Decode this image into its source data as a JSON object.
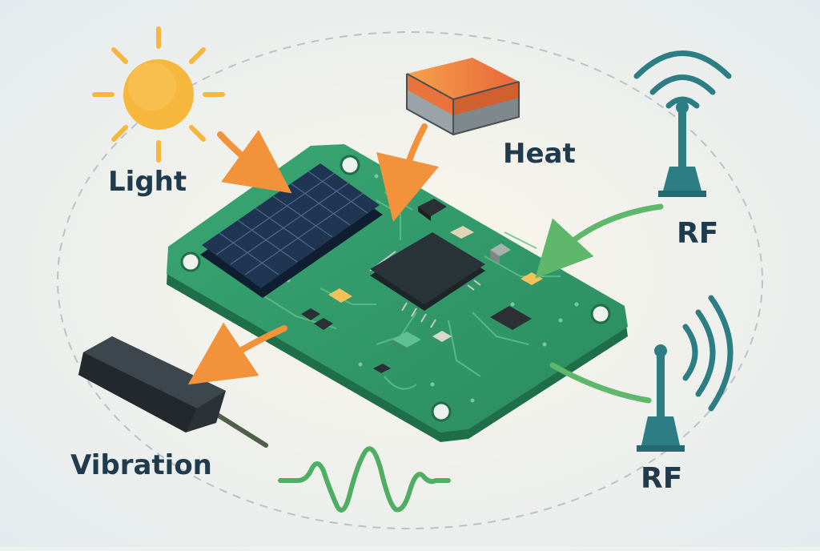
{
  "labels": {
    "light": "Light",
    "heat": "Heat",
    "rf_top": "RF",
    "rf_bottom": "RF",
    "vibration": "Vibration"
  },
  "colors": {
    "background": "#eef2ef",
    "pcb": "#2f9a6a",
    "pcb_edge": "#1f6e4a",
    "solar_panel": "#1f3552",
    "sun": "#f6b73c",
    "heat_block": "#ef7a3a",
    "antenna": "#2c7d84",
    "arrow_orange": "#f2933b",
    "arrow_green": "#5fb76c",
    "wave_green": "#4fae64",
    "label_text": "#1f3b4d"
  },
  "icons": [
    "sun-icon",
    "heat-block-icon",
    "antenna-icon",
    "vibration-sensor-icon",
    "waveform-icon",
    "solar-panel-icon",
    "microchip-icon"
  ]
}
